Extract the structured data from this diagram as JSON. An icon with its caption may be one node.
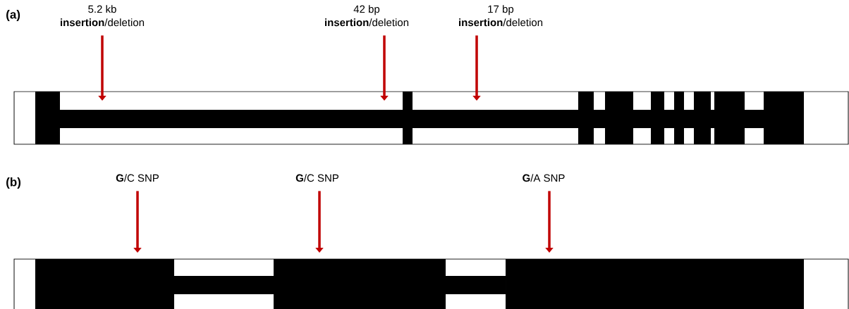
{
  "diagram": {
    "nodes": [
      {
        "text": [
          "5.2 kb",
          "**insertion**/deletion"
        ]
      },
      {
        "text": [
          "42 bp",
          "**insertion**/deletion"
        ]
      },
      {
        "text": [
          "17 bp",
          "**insertion**/deletion"
        ]
      },
      {
        "text": [
          "**G**/C SNP"
        ]
      },
      {
        "text": [
          "**G**/C SNP"
        ]
      },
      {
        "text": [
          "**G**/A SNP"
        ]
      }
    ],
    "edges": [
      {
        "from": 0,
        "to": null,
        "arrow": "to"
      },
      {
        "from": 1,
        "to": null,
        "arrow": "to"
      },
      {
        "from": 2,
        "to": null,
        "arrow": "to"
      },
      {
        "from": 3,
        "to": null,
        "arrow": "to"
      },
      {
        "from": 4,
        "to": null,
        "arrow": "to"
      },
      {
        "from": 5,
        "to": null,
        "arrow": "to"
      }
    ],
    "labels": [
      "(a)",
      "(b)"
    ]
  }
}
